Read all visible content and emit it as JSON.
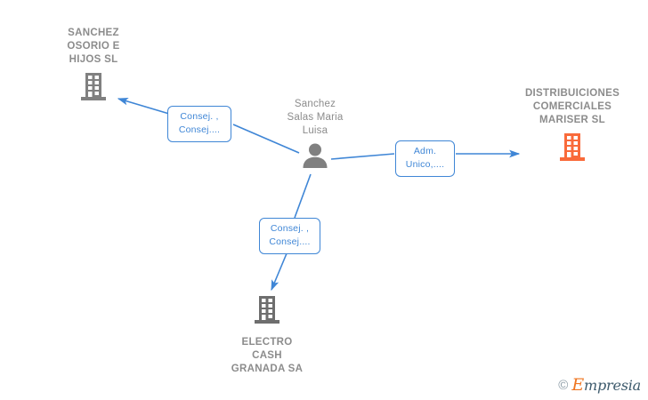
{
  "diagram": {
    "type": "corporate-relationship-graph",
    "background_color": "#ffffff",
    "connector_color": "#3f86d6",
    "company_label_color": "#8c8c8c",
    "person_label_color": "#8c8c8c",
    "nodes": [
      {
        "id": "sanchez-osorio",
        "kind": "company",
        "label": "SANCHEZ\nOSORIO E\nHIJOS  SL",
        "icon": "building-icon",
        "icon_color": "#808080",
        "label_position": "above"
      },
      {
        "id": "mariser",
        "kind": "company",
        "label": "DISTRIBUICIONES\nCOMERCIALES\nMARISER  SL",
        "icon": "building-icon",
        "icon_color": "#f96a3a",
        "label_position": "above"
      },
      {
        "id": "electro-cash",
        "kind": "company",
        "label": "ELECTRO\nCASH\nGRANADA SA",
        "icon": "building-icon",
        "icon_color": "#6e6e6e",
        "label_position": "below"
      },
      {
        "id": "maria-luisa",
        "kind": "person",
        "label": "Sanchez\nSalas Maria\nLuisa",
        "icon": "person-icon",
        "icon_color": "#808080",
        "label_position": "above"
      }
    ],
    "edges": [
      {
        "id": "edge-to-sanchez-osorio",
        "from": "maria-luisa",
        "to": "sanchez-osorio",
        "label": "Consej. ,\nConsej....",
        "arrow": "to"
      },
      {
        "id": "edge-to-mariser",
        "from": "maria-luisa",
        "to": "mariser",
        "label": "Adm.\nUnico,....",
        "arrow": "to"
      },
      {
        "id": "edge-to-electro-cash",
        "from": "maria-luisa",
        "to": "electro-cash",
        "label": "Consej. ,\nConsej....",
        "arrow": "to"
      }
    ]
  },
  "watermark": {
    "copyright": "©",
    "brand_initial": "E",
    "brand_rest": "mpresia"
  }
}
